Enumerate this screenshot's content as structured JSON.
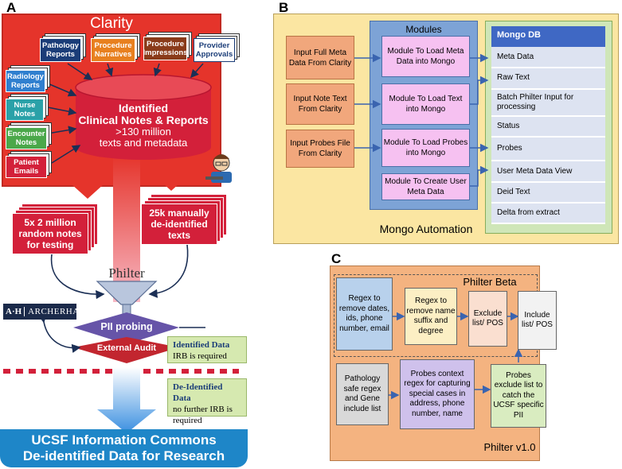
{
  "panel_a": {
    "letter": "A",
    "clarity_title": "Clarity",
    "sources": {
      "pathology": "Pathology Reports",
      "procedure_narratives": "Procedure Narratives",
      "procedure_impressions": "Procedure Impressions",
      "provider_approvals": "Provider Approvals",
      "radiology": "Radiology Reports",
      "nurse": "Nurse Notes",
      "encounter": "Encounter Notes",
      "patient_emails": "Patient Emails"
    },
    "db_line1": "Identified",
    "db_line2": "Clinical Notes & Reports",
    "db_line3": ">130 million",
    "db_line4": "texts and metadata",
    "random_notes": "5x 2 million random notes for testing",
    "manual_deid": "25k manually de-identified texts",
    "philter_label": "Philter",
    "archerhall": "ArcherHall",
    "pii_probing": "PII probing",
    "external_audit": "External Audit",
    "identified_title": "Identified Data",
    "identified_note": "IRB is required",
    "deid_title": "De-Identified Data",
    "deid_note": "no further IRB is required",
    "commons_line1": "UCSF Information Commons",
    "commons_line2": "De-identified Data for Research",
    "colors": {
      "clarity_red": "#e5342b",
      "commons_blue": "#1e86c8"
    }
  },
  "panel_b": {
    "letter": "B",
    "modules_title": "Modules",
    "inputs": [
      "Input Full Meta Data From Clarity",
      "Input Note Text From Clarity",
      "Input Probes File From Clarity"
    ],
    "modules": [
      "Module To Load Meta Data into Mongo",
      "Module To Load Text into Mongo",
      "Module To Load Probes into Mongo",
      "Module To Create User Meta Data"
    ],
    "mongo_title": "Mongo DB",
    "mongo_rows": [
      "Meta Data",
      "Raw Text",
      "Batch Philter Input for processing",
      "Status",
      "Probes",
      "User Meta Data View",
      "Deid Text",
      "Delta from extract"
    ],
    "footer": "Mongo Automation"
  },
  "panel_c": {
    "letter": "C",
    "beta_title": "Philter Beta",
    "v1_title": "Philter v1.0",
    "regex_remove": "Regex to remove dates, ids, phone number, email",
    "regex_name": "Regex to remove name suffix and degree",
    "exclude": "Exclude list/ POS",
    "include": "Include list/ POS",
    "pathology_safe": "Pathology safe regex and Gene include list",
    "probes_context": "Probes context regex for capturing special cases in address, phone number, name",
    "probes_exclude": "Probes exclude list to catch the UCSF specific PII"
  }
}
